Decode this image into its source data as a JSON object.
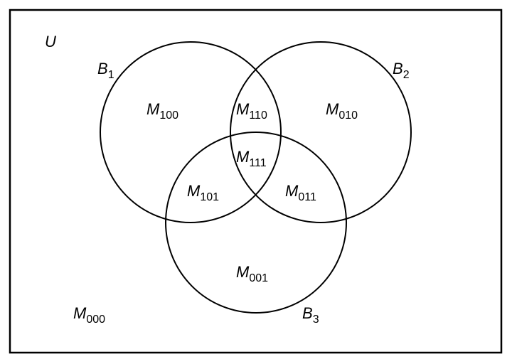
{
  "diagram": {
    "stroke_color": "#000000",
    "background_color": "#ffffff",
    "universe": {
      "symbol": "U"
    },
    "sets": [
      {
        "symbol": "B",
        "index": "1"
      },
      {
        "symbol": "B",
        "index": "2"
      },
      {
        "symbol": "B",
        "index": "3"
      }
    ],
    "regions": [
      {
        "symbol": "M",
        "index": "100"
      },
      {
        "symbol": "M",
        "index": "110"
      },
      {
        "symbol": "M",
        "index": "010"
      },
      {
        "symbol": "M",
        "index": "111"
      },
      {
        "symbol": "M",
        "index": "101"
      },
      {
        "symbol": "M",
        "index": "011"
      },
      {
        "symbol": "M",
        "index": "001"
      },
      {
        "symbol": "M",
        "index": "000"
      }
    ]
  }
}
